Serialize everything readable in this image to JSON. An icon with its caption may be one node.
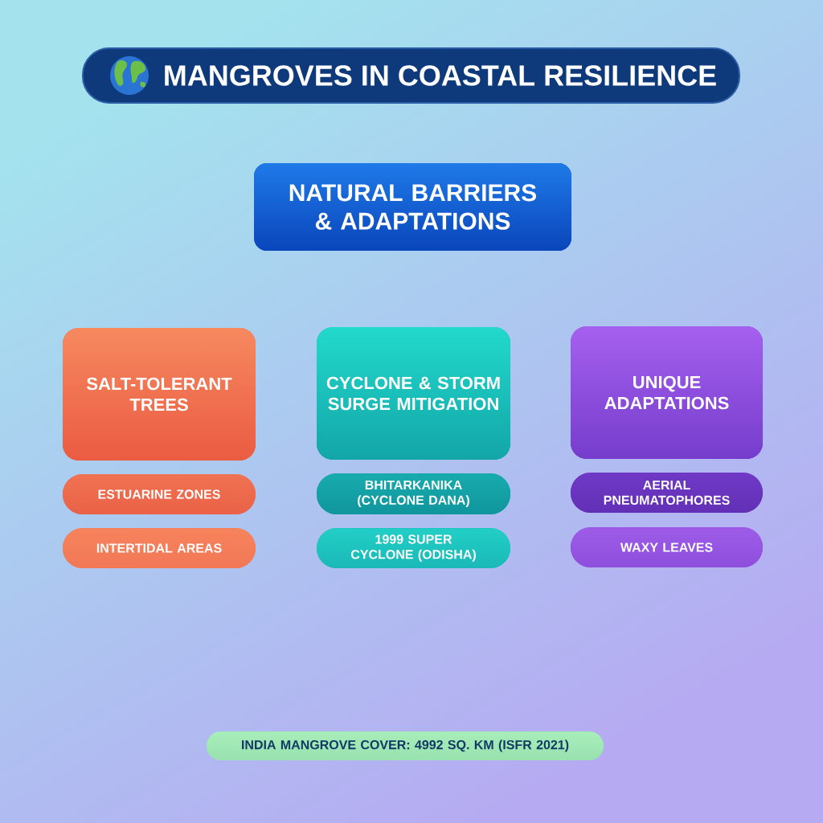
{
  "diagram": {
    "title": "MANGROVES IN COASTAL RESILIENCE",
    "nodes": [
      {
        "text": [
          "NATURAL BARRIERS & ADAPTATIONS"
        ]
      },
      {
        "text": [
          "SALT-TOLERANT TREES"
        ]
      },
      {
        "text": [
          "ESTUARINE ZONES"
        ]
      },
      {
        "text": [
          "INTERTIDAL AREAS"
        ]
      },
      {
        "text": [
          "CYCLONE & STORM SURGE MITIGATION"
        ]
      },
      {
        "text": [
          "BHITARKANIKA (CYCLONE DANA)"
        ]
      },
      {
        "text": [
          "1999 SUPER CYCLONE (ODISHA)"
        ]
      },
      {
        "text": [
          "UNIQUE ADAPTATIONS"
        ]
      },
      {
        "text": [
          "AERIAL PNEUMATOPHORES"
        ]
      },
      {
        "text": [
          "WAXY LEAVES"
        ]
      },
      {
        "text": [
          "INDIA MANGROVE COVER: 4992 SQ. KM (ISFR 2021)"
        ]
      }
    ]
  }
}
